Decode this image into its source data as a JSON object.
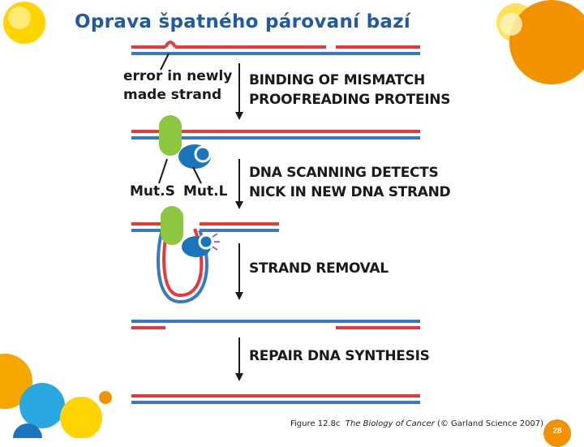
{
  "slide": {
    "title": "Oprava špatného párovaní bazí",
    "page_number": "28"
  },
  "labels": {
    "error_line1": "error in newly",
    "error_line2": "made strand",
    "muts": "Mut.S",
    "mutl": "Mut.L"
  },
  "steps": [
    {
      "line1": "BINDING OF MISMATCH",
      "line2": "PROOFREADING PROTEINS"
    },
    {
      "line1": "DNA SCANNING DETECTS",
      "line2": "NICK IN NEW DNA STRAND"
    },
    {
      "line1": "STRAND REMOVAL",
      "line2": ""
    },
    {
      "line1": "REPAIR DNA SYNTHESIS",
      "line2": ""
    }
  ],
  "caption": {
    "figure": "Figure 12.8c",
    "book": "The Biology of Cancer",
    "credit": "(© Garland Science 2007)"
  },
  "colors": {
    "title": "#1f5aa6",
    "new_strand": "#e8393a",
    "template_strand": "#3a78c2",
    "mut_s": "#8dc63f",
    "mut_l": "#1b75bc",
    "accent_orange": "#f39200",
    "accent_yellow": "#ffd400"
  }
}
